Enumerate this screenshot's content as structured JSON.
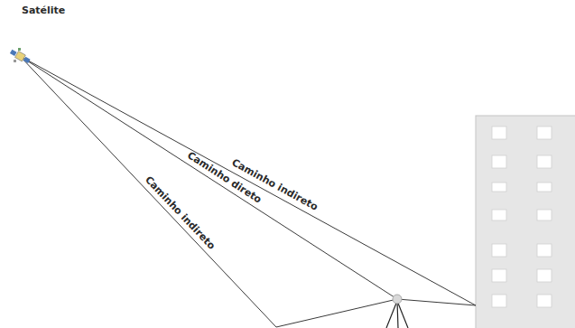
{
  "diagram": {
    "labels": [
      "Satélite",
      "Caminho indireto",
      "Caminho direto",
      "Caminho indireto"
    ]
  }
}
